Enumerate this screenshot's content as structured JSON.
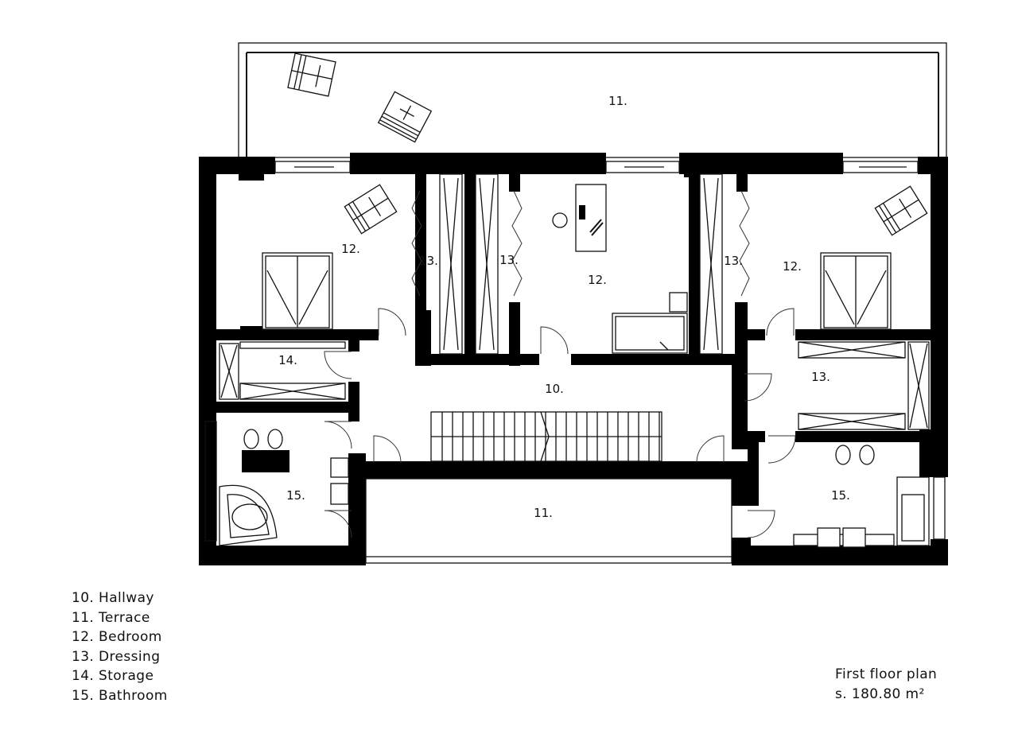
{
  "rooms": {
    "terrace_top": "11.",
    "bedroom_left": "12.",
    "dressing_left": "13.",
    "dressing_mid": "13.",
    "bedroom_mid": "12.",
    "dressing_right": "13.",
    "bedroom_right": "12.",
    "storage": "14.",
    "hallway": "10.",
    "dressing_lower_right": "13.",
    "bathroom_left": "15.",
    "terrace_bottom": "11.",
    "bathroom_right": "15."
  },
  "legend": [
    "10. Hallway",
    "11. Terrace",
    "12. Bedroom",
    "13. Dressing",
    "14. Storage",
    "15. Bathroom"
  ],
  "plan_info": {
    "title": "First floor plan",
    "area": "s. 180.80 m²"
  }
}
